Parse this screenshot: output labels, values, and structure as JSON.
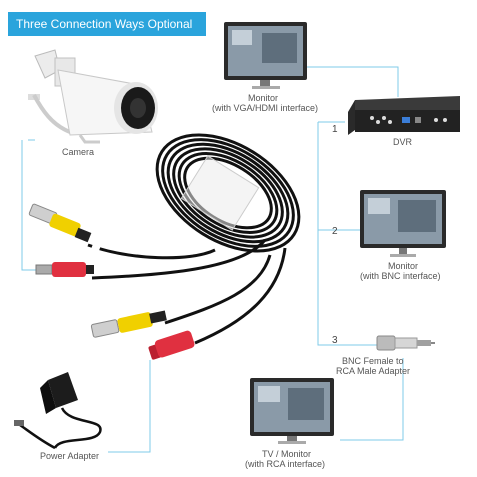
{
  "banner": {
    "text": "Three Connection Ways Optional"
  },
  "labels": {
    "camera": "Camera",
    "monitor_vga_title": "Monitor",
    "monitor_vga_sub": "(with VGA/HDMI interface)",
    "dvr": "DVR",
    "monitor_bnc_title": "Monitor",
    "monitor_bnc_sub": "(with BNC interface)",
    "adapter_title": "BNC Female to",
    "adapter_sub": "RCA Male Adapter",
    "tv_title": "TV / Monitor",
    "tv_sub": "(with RCA interface)",
    "power": "Power Adapter"
  },
  "steps": {
    "one": "1",
    "two": "2",
    "three": "3"
  },
  "colors": {
    "accent": "#2aa4dc",
    "line": "#7fcbe9",
    "video_plug": "#f0d000",
    "power_plug": "#e03040",
    "cable": "#111111"
  }
}
